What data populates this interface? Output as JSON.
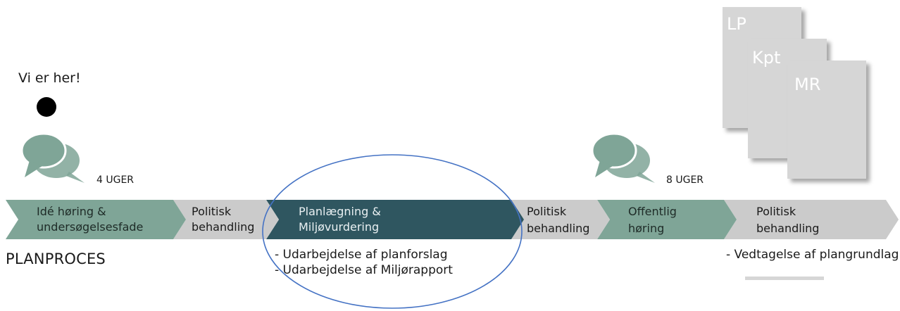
{
  "indicator": {
    "label": "Vi er her!"
  },
  "durations": {
    "first": "4 UGER",
    "second": "8 UGER"
  },
  "title": "PLANPROCES",
  "stages": [
    {
      "line1": "Idé høring &",
      "line2": "undersøgelsesfade",
      "fill": "#7fa597",
      "text_color": "#1e2b27"
    },
    {
      "line1": "Politisk",
      "line2": "behandling",
      "fill": "#cbcbcb",
      "text_color": "#1a1a1a"
    },
    {
      "line1": "Planlægning &",
      "line2": "Miljøvurdering",
      "fill": "#2f5660",
      "text_color": "#e9f0f2"
    },
    {
      "line1": "Politisk",
      "line2": "behandling",
      "fill": "#cbcbcb",
      "text_color": "#1a1a1a"
    },
    {
      "line1": "Offentlig",
      "line2": "høring",
      "fill": "#7fa597",
      "text_color": "#1e2b27"
    },
    {
      "line1": "Politisk",
      "line2": "behandling",
      "fill": "#cbcbcb",
      "text_color": "#1a1a1a"
    }
  ],
  "notes": {
    "planning": [
      "- Udarbejdelse af planforslag",
      "- Udarbejdelse af Miljørapport"
    ],
    "adoption": "- Vedtagelse af plangrundlag"
  },
  "documents": [
    {
      "label": "LP"
    },
    {
      "label": "Kpt"
    },
    {
      "label": "MR"
    }
  ],
  "colors": {
    "speech_bubble": "#7fa597",
    "document": "#d6d6d6",
    "highlight_ellipse": "#4472c4"
  }
}
